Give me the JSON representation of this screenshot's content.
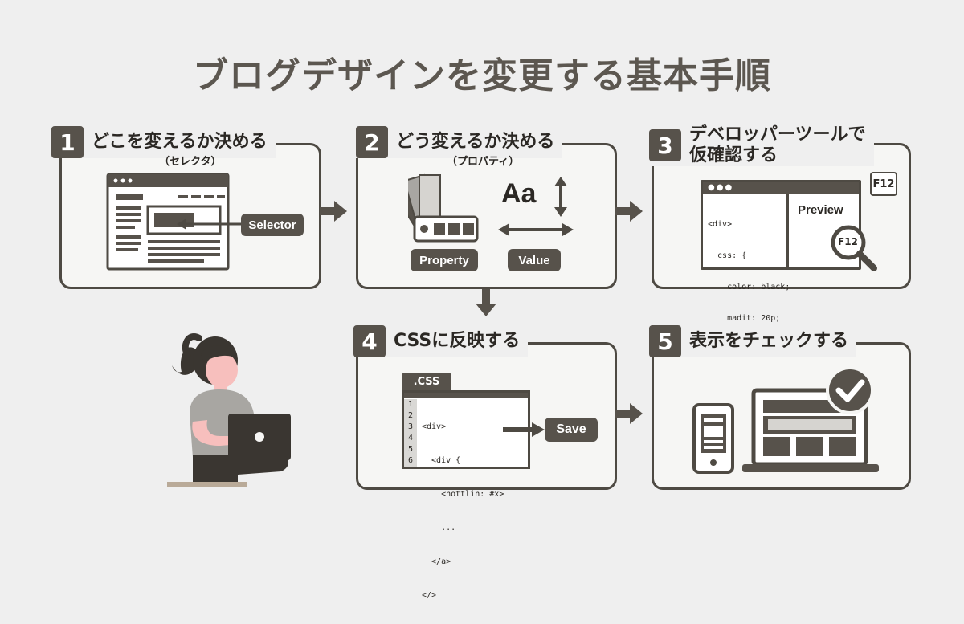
{
  "title": "ブログデザインを変更する基本手順",
  "steps": [
    {
      "number": "1",
      "heading": "どこを変えるか決める",
      "sub": "（セレクタ）",
      "tag": "Selector"
    },
    {
      "number": "2",
      "heading": "どう変えるか決める",
      "sub": "（プロパティ）",
      "tag_property": "Property",
      "tag_value": "Value",
      "type_sample": "Aa"
    },
    {
      "number": "3",
      "heading_line1": "デベロッパーツールで",
      "heading_line2": "仮確認する",
      "key_badge": "F12",
      "preview_label": "Preview",
      "magnifier_label": "F12",
      "code": [
        "<div>",
        "  css: {",
        "    color: black;",
        "    madit: 20p;",
        "  }",
        "</>"
      ]
    },
    {
      "number": "4",
      "heading": "CSSに反映する",
      "file_tab": ".CSS",
      "save_label": "Save",
      "line_numbers": [
        "1",
        "2",
        "3",
        "4",
        "5",
        "6"
      ],
      "code": [
        "<div>",
        "  <div {",
        "    <nottlin: #x>",
        "    ...",
        "  </a>",
        "</>"
      ]
    },
    {
      "number": "5",
      "heading": "表示をチェックする"
    }
  ],
  "colors": {
    "dark": "#57524b",
    "outline": "#4e4a43",
    "background": "#efefef",
    "skin": "#f7bfbd",
    "shirt": "#a8a6a2"
  }
}
